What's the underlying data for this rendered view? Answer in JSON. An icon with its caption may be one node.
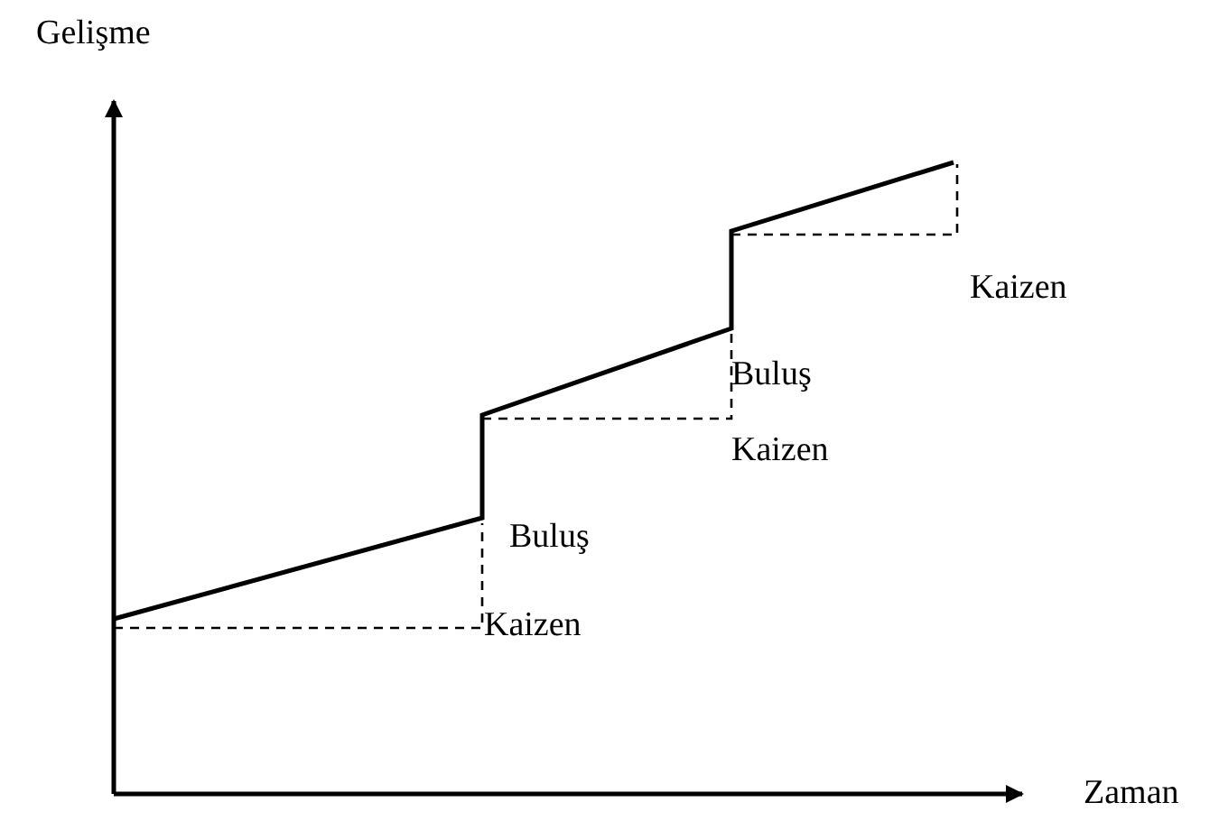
{
  "diagram": {
    "labels": [
      "Gelişme",
      "Kaizen",
      "Buluş",
      "Kaizen",
      "Buluş",
      "Kaizen",
      "Zaman"
    ]
  }
}
